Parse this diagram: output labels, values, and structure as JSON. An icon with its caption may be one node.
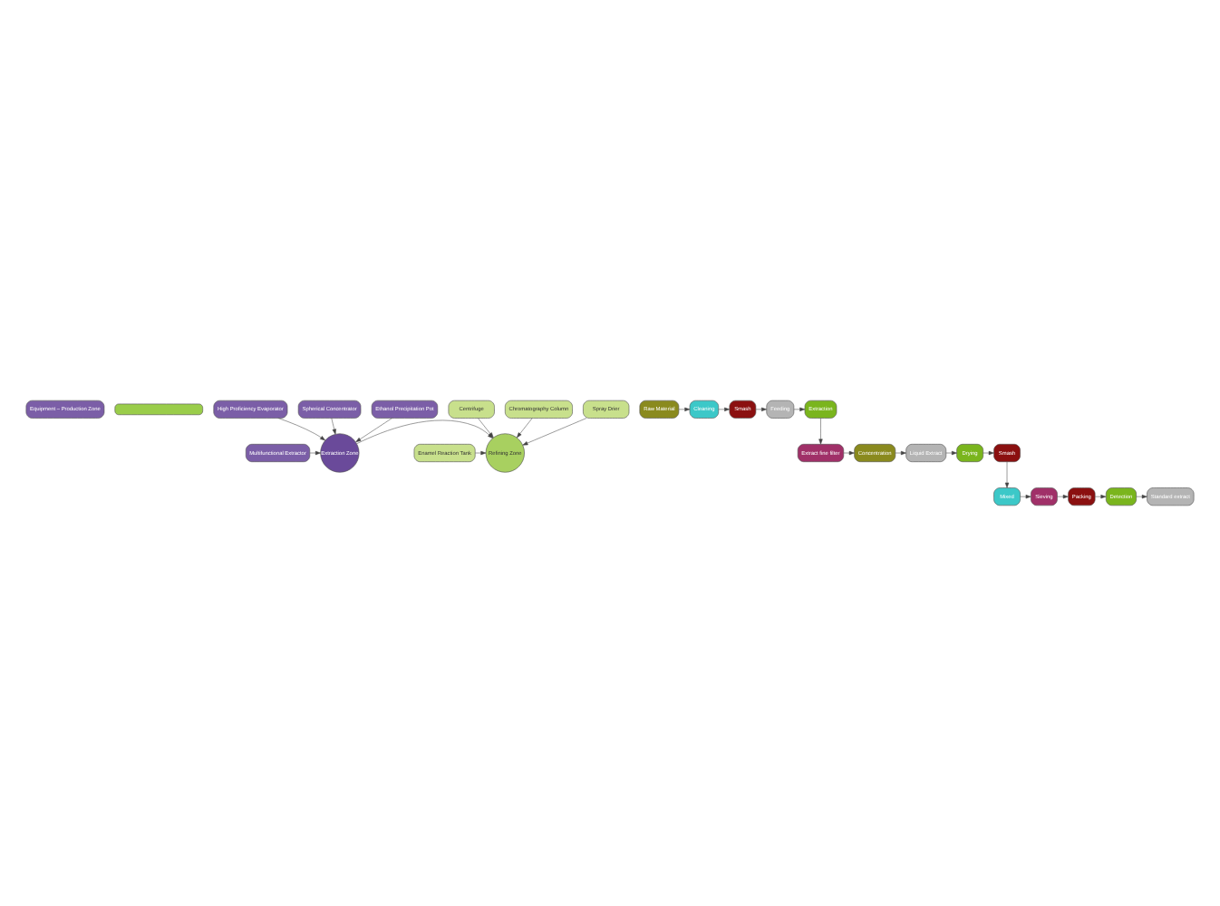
{
  "diagram": {
    "nodes": [
      {
        "text": [
          "Equipment – Production Zone"
        ]
      },
      {
        "text": [],
        "shape": "box"
      },
      {
        "text": [
          "Multifunctional Extractor"
        ]
      },
      {
        "text": [
          "High Proficiency Evaporator"
        ]
      },
      {
        "text": [
          "Spherical Concentrator"
        ]
      },
      {
        "text": [
          "Ethanol Precipitation Pot"
        ]
      },
      {
        "text": [
          "Extraction Zone"
        ]
      },
      {
        "text": [
          "Refining Zone"
        ]
      },
      {
        "text": [
          "Enamel Reaction Tank"
        ]
      },
      {
        "text": [
          "Centrifuge"
        ]
      },
      {
        "text": [
          "Chromatography Column"
        ]
      },
      {
        "text": [
          "Spray Drier"
        ]
      },
      {
        "text": [
          "Raw Material"
        ]
      },
      {
        "text": [
          "Cleaning"
        ]
      },
      {
        "text": [
          "Smash"
        ]
      },
      {
        "text": [
          "Feeding"
        ]
      },
      {
        "text": [
          "Extraction"
        ]
      },
      {
        "text": [
          "Extract fine filter"
        ]
      },
      {
        "text": [
          "Concentration"
        ]
      },
      {
        "text": [
          "Liquid Extract"
        ]
      },
      {
        "text": [
          "Drying"
        ]
      },
      {
        "text": [
          "Smash"
        ]
      },
      {
        "text": [
          "Mixed"
        ]
      },
      {
        "text": [
          "Sieving"
        ]
      },
      {
        "text": [
          "Packing"
        ]
      },
      {
        "text": [
          "Detection"
        ]
      },
      {
        "text": [
          "Standard extract"
        ]
      }
    ],
    "edges": [
      {
        "from": 2,
        "to": 6,
        "arrow": "to"
      },
      {
        "from": 3,
        "to": 6,
        "arrow": "to"
      },
      {
        "from": 4,
        "to": 6,
        "arrow": "to"
      },
      {
        "from": 5,
        "to": 6,
        "arrow": "to"
      },
      {
        "from": 8,
        "to": 7,
        "arrow": "to"
      },
      {
        "from": 9,
        "to": 7,
        "arrow": "to"
      },
      {
        "from": 10,
        "to": 7,
        "arrow": "to"
      },
      {
        "from": 11,
        "to": 7,
        "arrow": "to"
      },
      {
        "from": 6,
        "to": 7,
        "arrow": "to"
      },
      {
        "from": 12,
        "to": 13,
        "arrow": "to"
      },
      {
        "from": 13,
        "to": 14,
        "arrow": "to"
      },
      {
        "from": 14,
        "to": 15,
        "arrow": "to"
      },
      {
        "from": 15,
        "to": 16,
        "arrow": "to"
      },
      {
        "from": 16,
        "to": 17,
        "arrow": "to"
      },
      {
        "from": 17,
        "to": 18,
        "arrow": "to"
      },
      {
        "from": 18,
        "to": 19,
        "arrow": "to"
      },
      {
        "from": 19,
        "to": 20,
        "arrow": "to"
      },
      {
        "from": 20,
        "to": 21,
        "arrow": "to"
      },
      {
        "from": 21,
        "to": 22,
        "arrow": "to"
      },
      {
        "from": 22,
        "to": 23,
        "arrow": "to"
      },
      {
        "from": 23,
        "to": 24,
        "arrow": "to"
      },
      {
        "from": 24,
        "to": 25,
        "arrow": "to"
      },
      {
        "from": 25,
        "to": 26,
        "arrow": "to"
      }
    ]
  }
}
